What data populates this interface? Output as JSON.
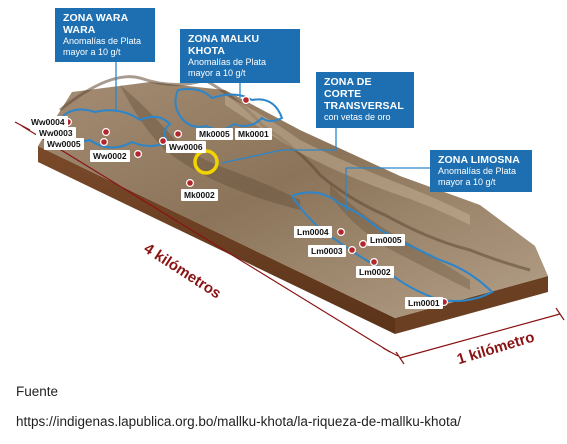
{
  "zones": [
    {
      "id": "wara-wara",
      "title": "ZONA WARA WARA",
      "lines": [
        "Anomalías de Plata",
        "mayor a 10 g/t"
      ]
    },
    {
      "id": "malku-khota",
      "title": "ZONA MALKU KHOTA",
      "lines": [
        "Anomalías de Plata",
        "mayor a 10 g/t"
      ]
    },
    {
      "id": "corte",
      "title": "ZONA DE CORTE TRANSVERSAL",
      "lines": [
        "con vetas de oro"
      ]
    },
    {
      "id": "limosna",
      "title": "ZONA LIMOSNA",
      "lines": [
        "Anomalías de Plata",
        "mayor a 10 g/t"
      ]
    }
  ],
  "wells": [
    "Ww0004",
    "Ww0003",
    "Ww0005",
    "Ww0002",
    "Ww0006",
    "Mk0005",
    "Mk0001",
    "Mk0002",
    "Lm0004",
    "Lm0005",
    "Lm0003",
    "Lm0002",
    "Lm0001"
  ],
  "dimensions": {
    "length": "4 kilómetros",
    "width": "1 kilómetro"
  },
  "caption": {
    "source_label": "Fuente",
    "url": "https://indigenas.lapublica.org.bo/mallku-khota/la-riqueza-de-mallku-khota/"
  },
  "colors": {
    "zone_box": "#1d6fb2",
    "dimension_line": "#8a1414",
    "highlight_ring": "#f2d400",
    "marker": "#b3262b"
  }
}
